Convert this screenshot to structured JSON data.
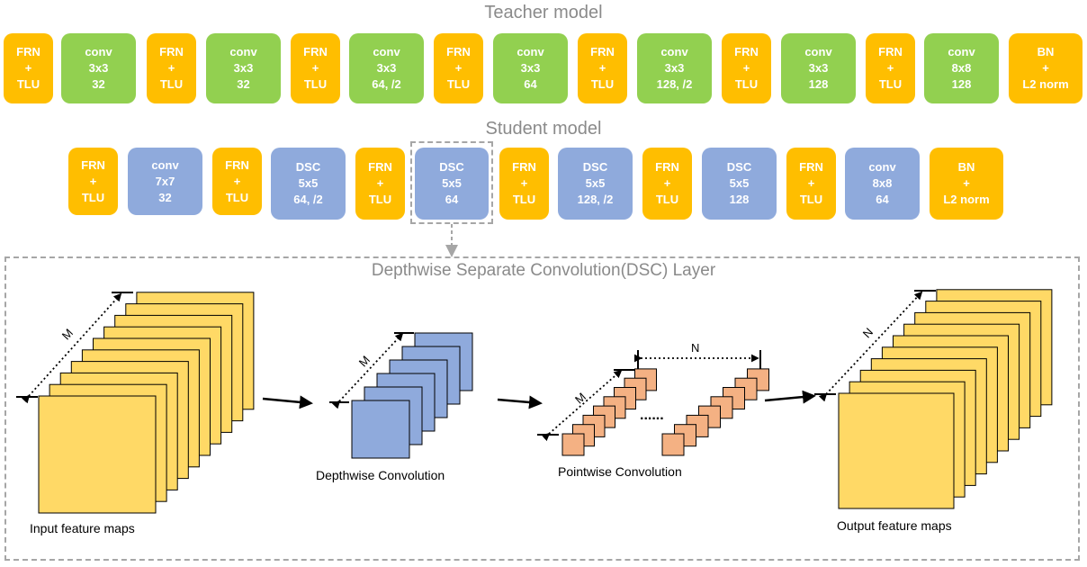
{
  "teacher": {
    "title": "Teacher model",
    "blocks": [
      {
        "kind": "frn",
        "lines": [
          "FRN",
          "+",
          "TLU"
        ]
      },
      {
        "kind": "conv",
        "lines": [
          "conv",
          "3x3",
          "32"
        ]
      },
      {
        "kind": "frn",
        "lines": [
          "FRN",
          "+",
          "TLU"
        ]
      },
      {
        "kind": "conv",
        "lines": [
          "conv",
          "3x3",
          "32"
        ]
      },
      {
        "kind": "frn",
        "lines": [
          "FRN",
          "+",
          "TLU"
        ]
      },
      {
        "kind": "conv",
        "lines": [
          "conv",
          "3x3",
          "64, /2"
        ]
      },
      {
        "kind": "frn",
        "lines": [
          "FRN",
          "+",
          "TLU"
        ]
      },
      {
        "kind": "conv",
        "lines": [
          "conv",
          "3x3",
          "64"
        ]
      },
      {
        "kind": "frn",
        "lines": [
          "FRN",
          "+",
          "TLU"
        ]
      },
      {
        "kind": "conv",
        "lines": [
          "conv",
          "3x3",
          "128, /2"
        ]
      },
      {
        "kind": "frn",
        "lines": [
          "FRN",
          "+",
          "TLU"
        ]
      },
      {
        "kind": "conv",
        "lines": [
          "conv",
          "3x3",
          "128"
        ]
      },
      {
        "kind": "frn",
        "lines": [
          "FRN",
          "+",
          "TLU"
        ]
      },
      {
        "kind": "conv",
        "lines": [
          "conv",
          "8x8",
          "128"
        ]
      },
      {
        "kind": "bn",
        "lines": [
          "BN",
          "+",
          "L2 norm"
        ]
      }
    ]
  },
  "student": {
    "title": "Student model",
    "blocks": [
      {
        "kind": "frn",
        "lines": [
          "FRN",
          "+",
          "TLU"
        ]
      },
      {
        "kind": "conv",
        "lines": [
          "conv",
          "7x7",
          "32"
        ]
      },
      {
        "kind": "frn",
        "lines": [
          "FRN",
          "+",
          "TLU"
        ]
      },
      {
        "kind": "dsc",
        "lines": [
          "DSC",
          "5x5",
          "64, /2"
        ]
      },
      {
        "kind": "frn",
        "lines": [
          "FRN",
          "+",
          "TLU"
        ]
      },
      {
        "kind": "dsc",
        "lines": [
          "DSC",
          "5x5",
          "64"
        ]
      },
      {
        "kind": "frn",
        "lines": [
          "FRN",
          "+",
          "TLU"
        ]
      },
      {
        "kind": "dsc",
        "lines": [
          "DSC",
          "5x5",
          "128, /2"
        ]
      },
      {
        "kind": "frn",
        "lines": [
          "FRN",
          "+",
          "TLU"
        ]
      },
      {
        "kind": "dsc",
        "lines": [
          "DSC",
          "5x5",
          "128"
        ]
      },
      {
        "kind": "frn",
        "lines": [
          "FRN",
          "+",
          "TLU"
        ]
      },
      {
        "kind": "conv",
        "lines": [
          "conv",
          "8x8",
          "64"
        ]
      },
      {
        "kind": "bn",
        "lines": [
          "BN",
          "+",
          "L2 norm"
        ]
      }
    ],
    "highlighted_index": 5
  },
  "dsc_layer": {
    "title": "Depthwise Separate Convolution(DSC) Layer",
    "input_caption": "Input feature maps",
    "depthwise_caption": "Depthwise Convolution",
    "pointwise_caption": "Pointwise Convolution",
    "output_caption": "Output feature maps",
    "label_m": "M",
    "label_n": "N",
    "ellipsis": "......"
  },
  "colors": {
    "frn": "#ffbe00",
    "teacher_conv": "#92d050",
    "student_block": "#8faadc",
    "feature_map": "#ffd966",
    "depthwise_map": "#8faadc",
    "pointwise_map": "#f4b183"
  }
}
